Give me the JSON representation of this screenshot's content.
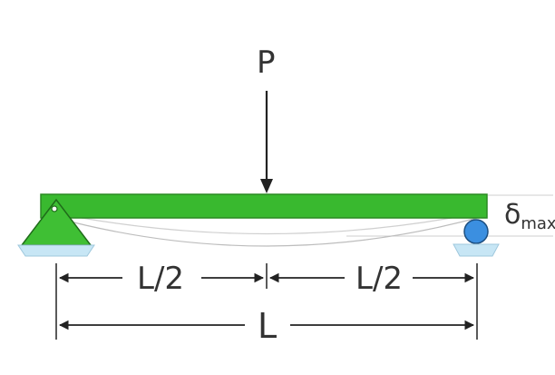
{
  "labels": {
    "load": "P",
    "half_left": "L/2",
    "half_right": "L/2",
    "span": "L",
    "deflection_symbol": "δ",
    "deflection_subscript": "max"
  },
  "colors": {
    "beam_fill": "#39b92f",
    "beam_stroke": "#1f6b1a",
    "pin_fill": "#3fbf34",
    "base_fill": "#c7e6f5",
    "base_stroke": "#9fc8dd",
    "roller_fill": "#3b8fe0",
    "roller_stroke": "#1d4f80",
    "line_color": "#222222",
    "deflected_line": "#b8b8b8"
  },
  "icons": {
    "pin_support": "pin-support-icon",
    "roller_support": "roller-support-icon",
    "load_arrow": "down-arrow-icon"
  }
}
